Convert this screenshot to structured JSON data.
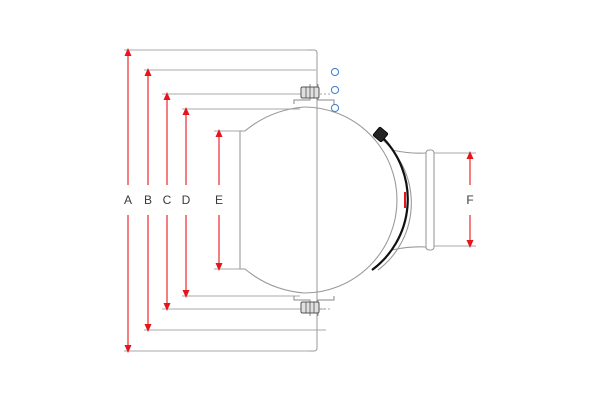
{
  "dimensions": {
    "a": "A",
    "b": "B",
    "c": "C",
    "d": "D",
    "e": "E",
    "f": "F"
  },
  "colors": {
    "dimension": "#e8141b",
    "extension": "#8c8c8c",
    "outline": "#9a9a9a",
    "marker": "#4a86d0",
    "seal": "#111111",
    "label": "#3a3a3a"
  },
  "icons": {
    "marker": "circle-marker-icon",
    "bolt": "bolt-icon"
  }
}
